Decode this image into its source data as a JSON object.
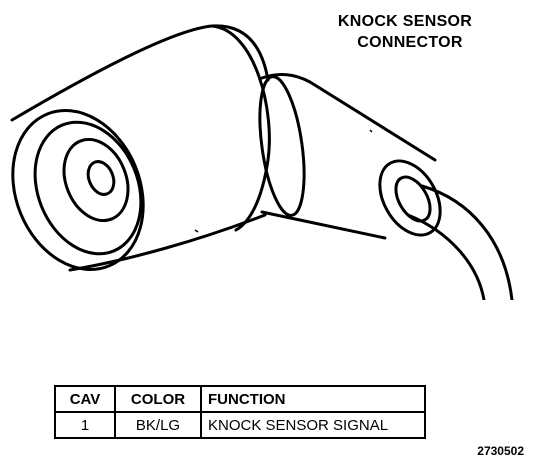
{
  "title": {
    "line1": "KNOCK SENSOR",
    "line2": "CONNECTOR"
  },
  "table": {
    "headers": [
      "CAV",
      "COLOR",
      "FUNCTION"
    ],
    "rows": [
      {
        "cav": "1",
        "color": "BK/LG",
        "function": "KNOCK SENSOR SIGNAL"
      }
    ]
  },
  "figure_number": "2730502"
}
